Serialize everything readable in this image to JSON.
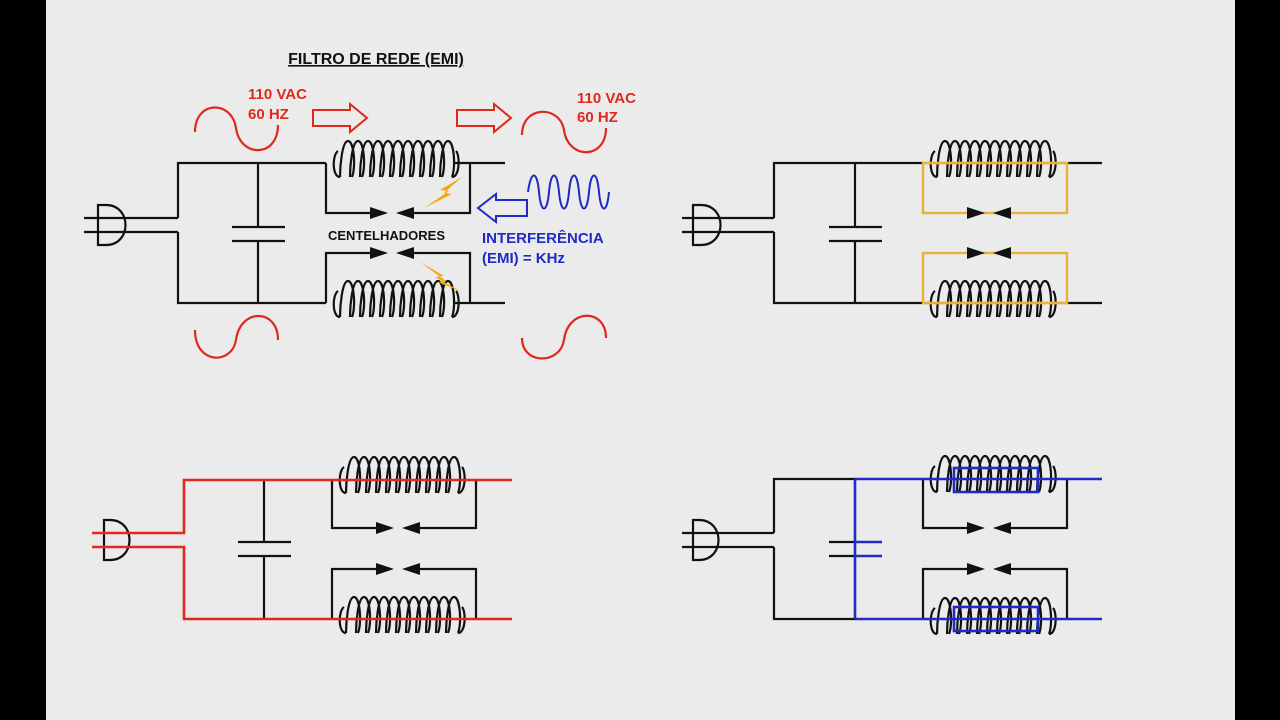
{
  "title": "FILTRO DE REDE (EMI)",
  "input_label": {
    "line1": "110 VAC",
    "line2": "60 HZ"
  },
  "output_label": {
    "line1": "110 VAC",
    "line2": "60 HZ"
  },
  "spark_gaps_label": "CENTELHADORES",
  "interference_label": {
    "line1": "INTERFERÊNCIA",
    "line2": "(EMI) = KHz"
  },
  "colors": {
    "paper": "#ebebeb",
    "wire": "#111111",
    "ac_wave": "#e0281c",
    "emi_wave": "#1f2bc4",
    "spark": "#f0a90c",
    "highlight_orange": "#e8b23a",
    "highlight_red": "#e0281c",
    "highlight_blue": "#1f2bc4"
  },
  "icons": [
    "plug-icon",
    "capacitor-icon",
    "inductor-coil-icon",
    "spark-gap-icon",
    "lightning-icon",
    "arrow-right-icon",
    "arrow-left-icon",
    "sine-wave-icon"
  ]
}
